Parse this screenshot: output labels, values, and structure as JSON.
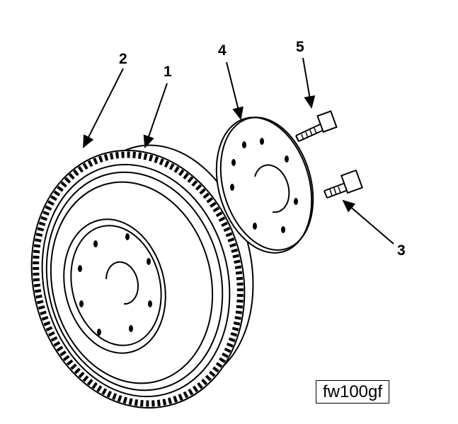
{
  "callouts": {
    "c1": "1",
    "c2": "2",
    "c3": "3",
    "c4": "4",
    "c5": "5"
  },
  "figure_id": "fw100gf",
  "parts": [
    "flywheel",
    "ring-gear",
    "bolt",
    "reinforcement-plate",
    "bolt"
  ]
}
